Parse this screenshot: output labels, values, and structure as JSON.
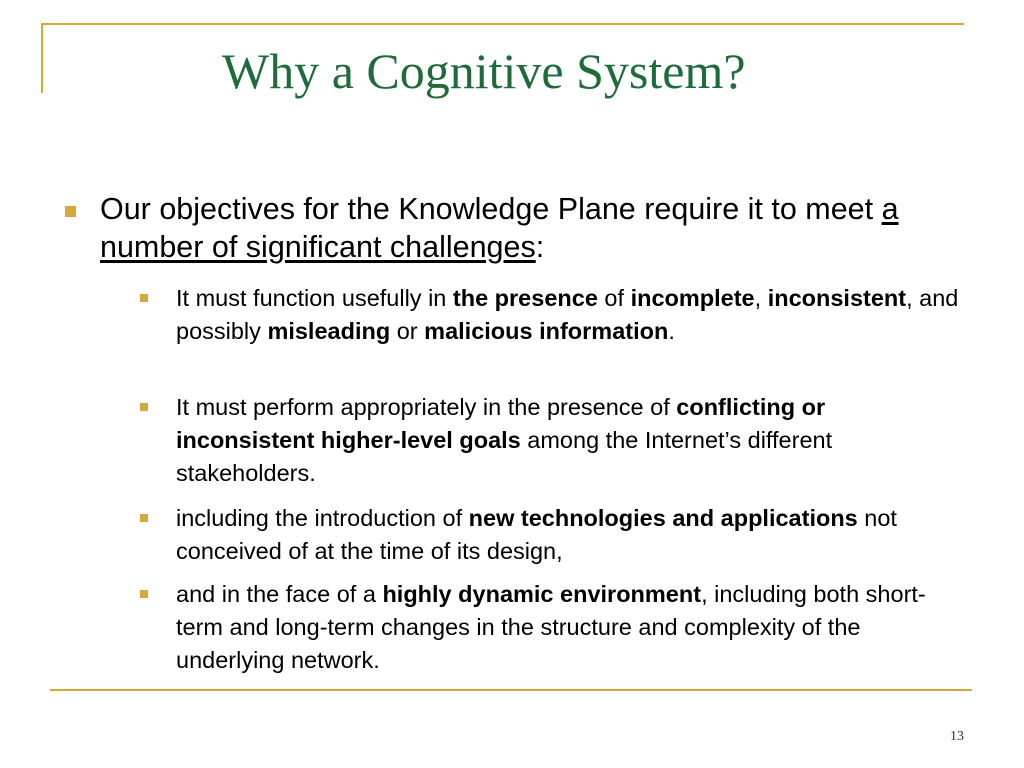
{
  "slide": {
    "title": "Why a Cognitive System?",
    "page_number": "13",
    "colors": {
      "accent": "#d4a93a",
      "title": "#1f6b39"
    },
    "main_bullet": {
      "before": "Our objectives for the Knowledge Plane require it to meet ",
      "underlined": "a number of significant challenges",
      "after": ":"
    },
    "sub_bullets": [
      {
        "runs": [
          {
            "t": "It must function usefully in ",
            "b": false
          },
          {
            "t": "the presence",
            "b": true
          },
          {
            "t": " of ",
            "b": false
          },
          {
            "t": "incomplete",
            "b": true
          },
          {
            "t": ", ",
            "b": false
          },
          {
            "t": "inconsistent",
            "b": true
          },
          {
            "t": ", and possibly ",
            "b": false
          },
          {
            "t": "misleading",
            "b": true
          },
          {
            "t": " or ",
            "b": false
          },
          {
            "t": "malicious information",
            "b": true
          },
          {
            "t": ".",
            "b": false
          }
        ]
      },
      {
        "runs": [
          {
            "t": "It must perform appropriately in the presence of ",
            "b": false
          },
          {
            "t": "conflicting or inconsistent higher-level goals",
            "b": true
          },
          {
            "t": " among the Internet’s different stakeholders.",
            "b": false
          }
        ]
      },
      {
        "runs": [
          {
            "t": "including the introduction of ",
            "b": false
          },
          {
            "t": "new technologies and applications",
            "b": true
          },
          {
            "t": " not conceived of at the time of its design,",
            "b": false
          }
        ]
      },
      {
        "runs": [
          {
            "t": "and in the face of a ",
            "b": false
          },
          {
            "t": "highly dynamic environment",
            "b": true
          },
          {
            "t": ", including both short-term and long-term changes in the structure and complexity of the underlying network.",
            "b": false
          }
        ]
      }
    ]
  }
}
